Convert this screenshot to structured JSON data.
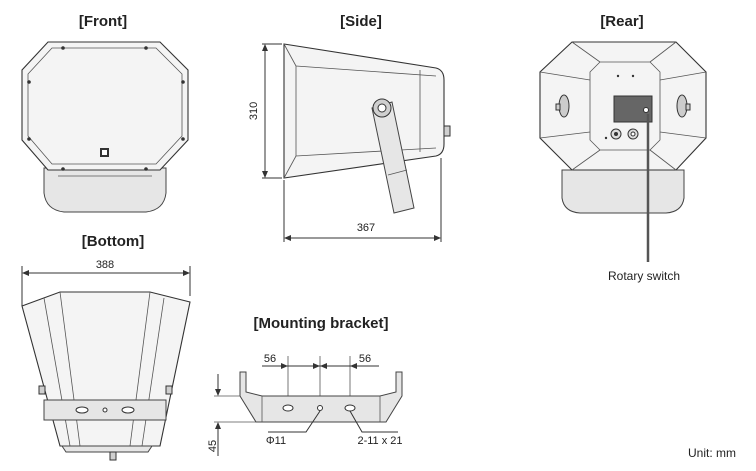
{
  "views": {
    "front": "[Front]",
    "side": "[Side]",
    "rear": "[Rear]",
    "bottom": "[Bottom]",
    "bracket": "[Mounting bracket]"
  },
  "dimensions": {
    "side_height": "310",
    "side_depth": "367",
    "bottom_width": "388",
    "bracket_left_spacing": "56",
    "bracket_right_spacing": "56",
    "bracket_height": "45",
    "center_hole": "Φ11",
    "slot_holes": "2-11 x 21"
  },
  "labels": {
    "rotary_switch": "Rotary switch",
    "unit": "Unit: mm"
  }
}
